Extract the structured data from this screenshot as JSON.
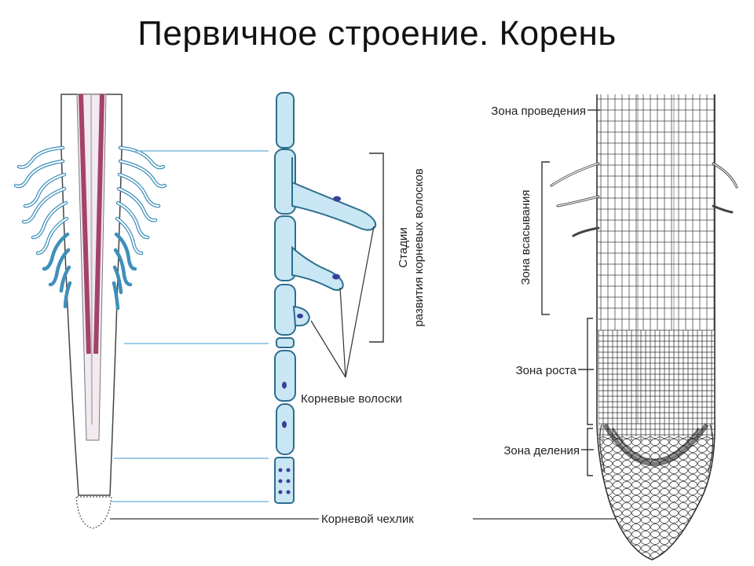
{
  "title": "Первичное строение. Корень",
  "labels": {
    "stages_line1": "Стадии",
    "stages_line2": "развития корневых волосков",
    "root_hairs": "Корневые волоски",
    "root_cap": "Корневой чехлик",
    "zone_conduction": "Зона проведения",
    "zone_absorption": "Зона всасывания",
    "zone_growth": "Зона роста",
    "zone_division": "Зона деления"
  },
  "colors": {
    "cell_fill": "#c9e6f4",
    "cell_stroke": "#2c6e8e",
    "nucleus": "#3a3f9a",
    "vascular": "#a4426a",
    "guide_line": "#7fbbe0",
    "ink": "#222222"
  }
}
